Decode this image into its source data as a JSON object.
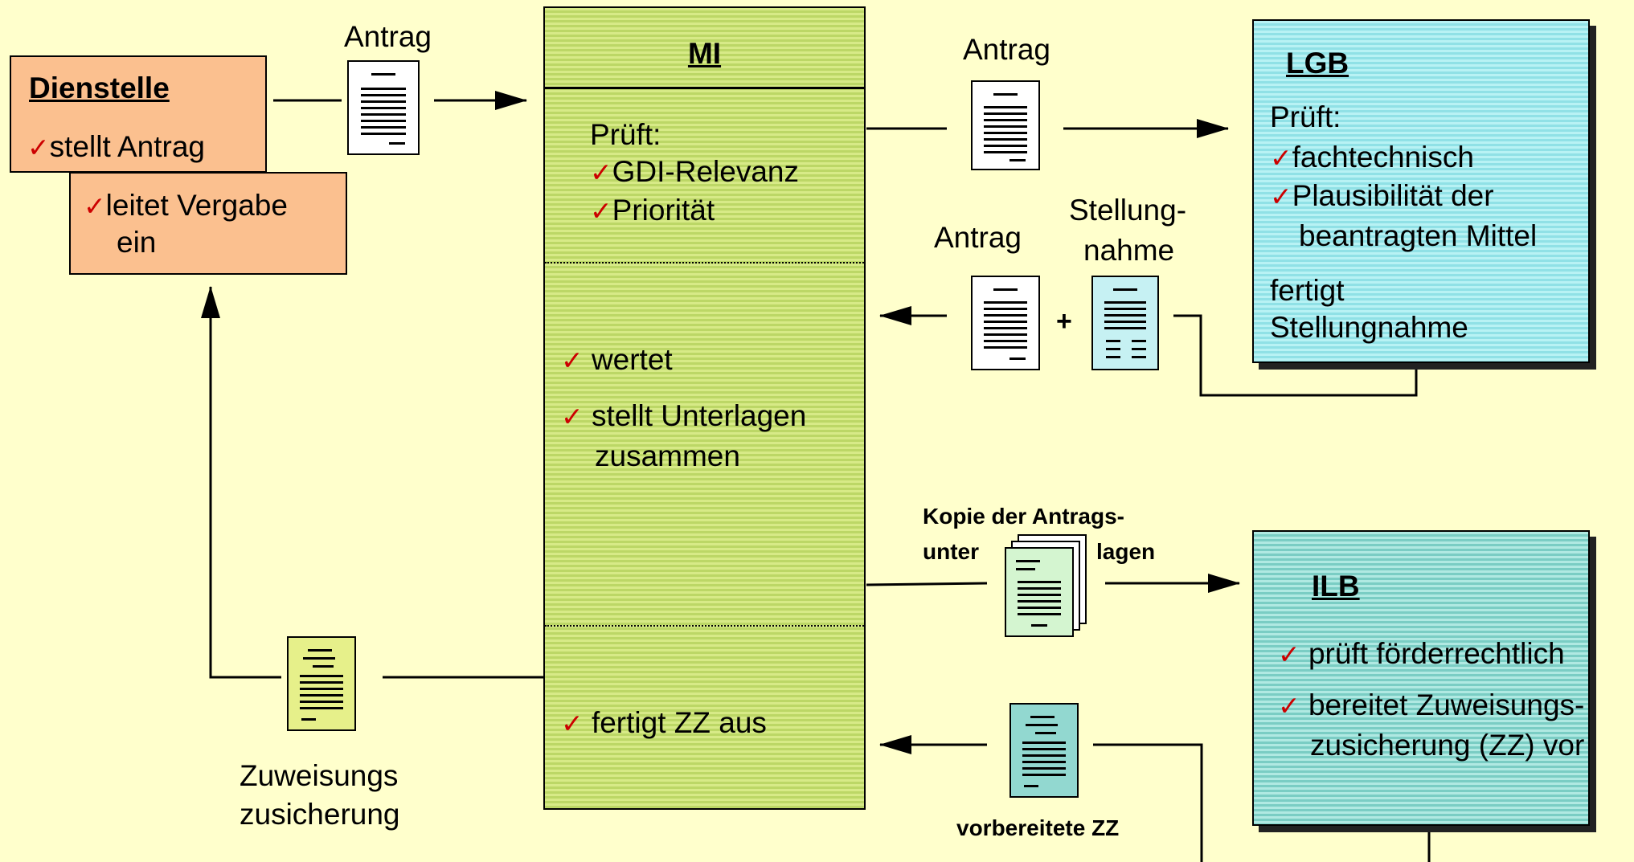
{
  "dienstelle": {
    "title": "Dienstelle",
    "item1": "stellt Antrag",
    "item2_line1": "leitet Vergabe",
    "item2_line2": "ein"
  },
  "mi": {
    "title": "MI",
    "pruft": "Prüft:",
    "item_gdi": "GDI-Relevanz",
    "item_prio": "Priorität",
    "item_wertet": "wertet",
    "item_unterlagen_line1": "stellt Unterlagen",
    "item_unterlagen_line2": "zusammen",
    "item_zz": "fertigt ZZ aus"
  },
  "lgb": {
    "title": "LGB",
    "pruft": "Prüft:",
    "item1": "fachtechnisch",
    "item2_line1": "Plausibilität der",
    "item2_line2": "beantragten Mittel",
    "fertigt_line1": "fertigt",
    "fertigt_line2": "Stellungnahme"
  },
  "ilb": {
    "title": "ILB",
    "item1": "prüft förderrechtlich",
    "item2_line1": "bereitet Zuweisungs-",
    "item2_line2": "zusicherung (ZZ) vor"
  },
  "labels": {
    "antrag_1": "Antrag",
    "antrag_2": "Antrag",
    "antrag_3": "Antrag",
    "stellungnahme_line1": "Stellung-",
    "stellungnahme_line2": "nahme",
    "plus": "+",
    "kopie_line1": "Kopie der Antrags-",
    "kopie_unter": "unter",
    "kopie_lagen": "lagen",
    "zuweisung_line1": "Zuweisungs",
    "zuweisung_line2": "zusicherung",
    "vorbereitete_zz": "vorbereitete ZZ"
  },
  "check_mark": "✓",
  "colors": {
    "background": "#ffffcc",
    "dienstelle": "#fbc08f",
    "mi": "#c8e07a",
    "lgb": "#a6ebee",
    "ilb": "#93dad2",
    "check": "#cc0000"
  }
}
